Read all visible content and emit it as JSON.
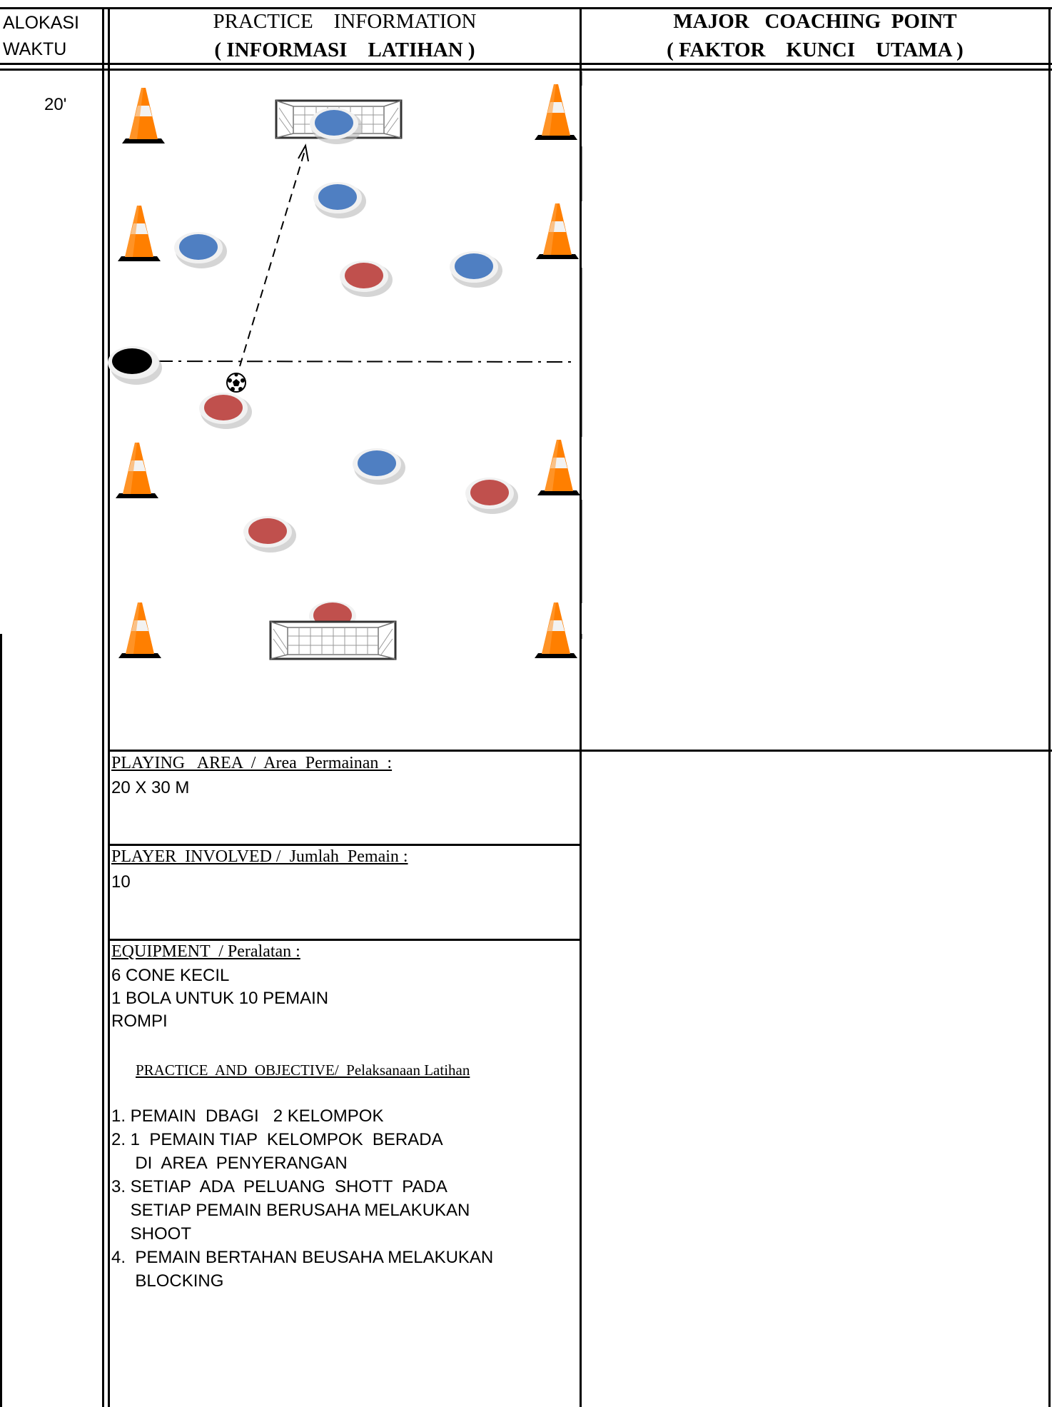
{
  "header": {
    "col1_line1": "ALOKASI",
    "col1_line2": "WAKTU",
    "col2_line1": "PRACTICE    INFORMATION",
    "col2_line2": "( INFORMASI    LATIHAN )",
    "col3_line1": "MAJOR   COACHING  POINT",
    "col3_line2": "( FAKTOR    KUNCI    UTAMA )"
  },
  "time_allocation": "20'",
  "diagram": {
    "players": [
      {
        "team": "blue"
      },
      {
        "team": "blue"
      },
      {
        "team": "blue"
      },
      {
        "team": "blue"
      },
      {
        "team": "blue"
      },
      {
        "team": "red"
      },
      {
        "team": "red"
      },
      {
        "team": "red"
      },
      {
        "team": "red"
      },
      {
        "team": "red"
      },
      {
        "team": "black"
      }
    ],
    "colors": {
      "blue": "#4f7fc2",
      "red": "#c0504d",
      "black": "#000000",
      "cone_orange": "#ff7f00",
      "cone_stripe": "#f2f2f2"
    },
    "icons": [
      "cone-icon",
      "goal-icon",
      "ball-icon",
      "pass-arrow",
      "halfway-line"
    ]
  },
  "playing_area": {
    "title": "PLAYING   AREA  /  Area  Permainan  :",
    "value": "20 X 30 M"
  },
  "players_involved": {
    "title": "PLAYER  INVOLVED /  Jumlah  Pemain :",
    "value": "10"
  },
  "equipment": {
    "title": "EQUIPMENT  / Peralatan :",
    "items": [
      "6 CONE KECIL",
      "1 BOLA UNTUK 10 PEMAIN",
      "ROMPI"
    ]
  },
  "practice": {
    "title": "PRACTICE  AND  OBJECTIVE/  Pelaksanaan Latihan",
    "steps": [
      "1. PEMAIN  DBAGI   2 KELOMPOK",
      "2. 1  PEMAIN TIAP  KELOMPOK  BERADA\n     DI  AREA  PENYERANGAN",
      "3. SETIAP  ADA  PELUANG  SHOTT  PADA\n    SETIAP PEMAIN BERUSAHA MELAKUKAN\n    SHOOT",
      "4.  PEMAIN BERTAHAN BEUSAHA MELAKUKAN\n     BLOCKING"
    ]
  }
}
